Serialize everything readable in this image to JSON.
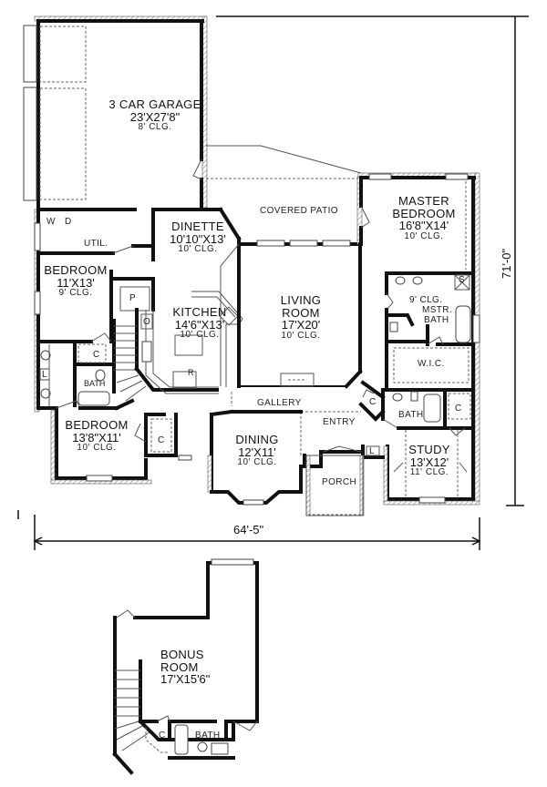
{
  "plan": {
    "overall_width": "64'-5\"",
    "overall_depth": "71'-0\"",
    "first_floor": {
      "rooms": [
        {
          "id": "garage",
          "name": "3 CAR GARAGE",
          "size": "23'X27'8\"",
          "ceiling": "8' CLG."
        },
        {
          "id": "dinette",
          "name": "DINETTE",
          "size": "10'10\"X13'",
          "ceiling": "10' CLG."
        },
        {
          "id": "master_bedroom",
          "name_line1": "MASTER",
          "name_line2": "BEDROOM",
          "size": "16'8\"X14'",
          "ceiling": "10' CLG."
        },
        {
          "id": "bedroom2",
          "name": "BEDROOM",
          "size": "11'X13'",
          "ceiling": "9' CLG."
        },
        {
          "id": "kitchen",
          "name": "KITCHEN",
          "size": "14'6\"X13'",
          "ceiling": "10' CLG."
        },
        {
          "id": "living",
          "name_line1": "LIVING",
          "name_line2": "ROOM",
          "size": "17'X20'",
          "ceiling": "10' CLG."
        },
        {
          "id": "bedroom3",
          "name": "BEDROOM",
          "size": "13'8\"X11'",
          "ceiling": "10' CLG."
        },
        {
          "id": "dining",
          "name": "DINING",
          "size": "12'X11'",
          "ceiling": "10' CLG."
        },
        {
          "id": "study",
          "name": "STUDY",
          "size": "13'X12'",
          "ceiling": "11' CLG."
        }
      ],
      "minor_labels": {
        "covered_patio": "COVERED PATIO",
        "util": "UTIL.",
        "washer": "W",
        "dryer": "D",
        "pantry": "P",
        "oven": "O",
        "refrigerator": "R",
        "gallery": "GALLERY",
        "entry": "ENTRY",
        "porch": "PORCH",
        "master_bath_ceiling": "9' CLG.",
        "master_bath_line1": "MSTR.",
        "master_bath_line2": "BATH",
        "shower": "S",
        "wic": "W.I.C.",
        "bath_left": "BATH",
        "bath_right": "BATH",
        "closet": "C",
        "linen": "L"
      }
    },
    "bonus_floor": {
      "room": {
        "name_line1": "BONUS",
        "name_line2": "ROOM",
        "size": "17'X15'6\""
      },
      "bath": "BATH",
      "closet": "C"
    }
  }
}
